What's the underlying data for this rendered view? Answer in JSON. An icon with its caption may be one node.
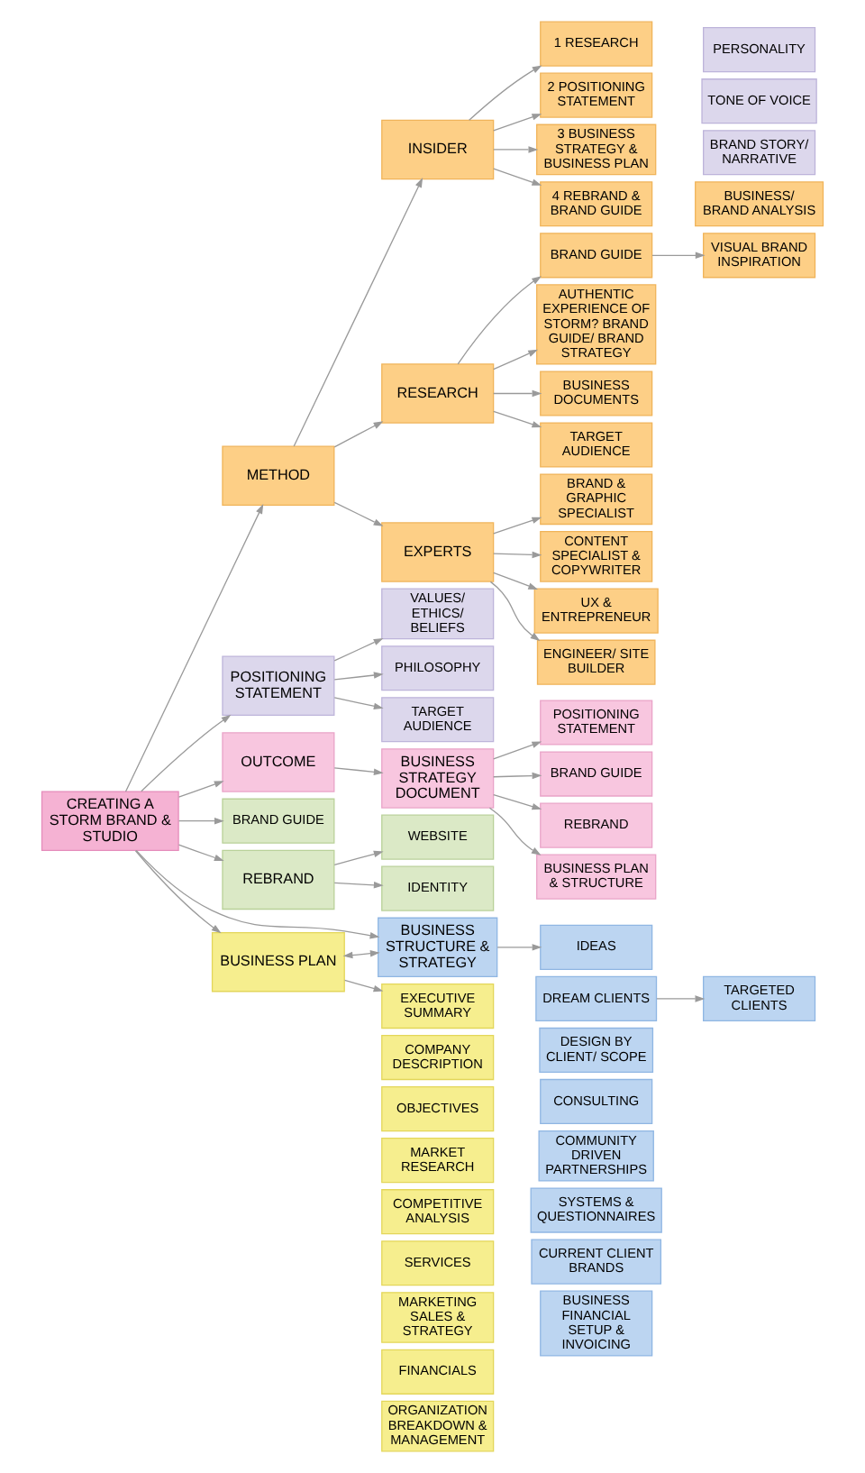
{
  "diagram": {
    "nodes": [
      {
        "text": [
          "CREATING A STORM BRAND & STUDIO"
        ]
      },
      {
        "text": [
          "METHOD"
        ]
      },
      {
        "text": [
          "INSIDER"
        ]
      },
      {
        "text": [
          "1 RESEARCH"
        ]
      },
      {
        "text": [
          "2 POSITIONING STATEMENT"
        ]
      },
      {
        "text": [
          "3 BUSINESS STRATEGY & BUSINESS PLAN"
        ]
      },
      {
        "text": [
          "4 REBRAND & BRAND GUIDE"
        ]
      },
      {
        "text": [
          "RESEARCH"
        ]
      },
      {
        "text": [
          "BRAND GUIDE"
        ]
      },
      {
        "text": [
          "AUTHENTIC EXPERIENCE OF STORM? BRAND GUIDE/ BRAND STRATEGY"
        ]
      },
      {
        "text": [
          "BUSINESS DOCUMENTS"
        ]
      },
      {
        "text": [
          "TARGET AUDIENCE"
        ]
      },
      {
        "text": [
          "VISUAL BRAND INSPIRATION"
        ]
      },
      {
        "text": [
          "BUSINESS/ BRAND ANALYSIS"
        ]
      },
      {
        "text": [
          "EXPERTS"
        ]
      },
      {
        "text": [
          "BRAND & GRAPHIC SPECIALIST"
        ]
      },
      {
        "text": [
          "CONTENT SPECIALIST & COPYWRITER"
        ]
      },
      {
        "text": [
          "UX & ENTREPRENEUR"
        ]
      },
      {
        "text": [
          "ENGINEER/ SITE BUILDER"
        ]
      },
      {
        "text": [
          "POSITIONING STATEMENT"
        ]
      },
      {
        "text": [
          "VALUES/ ETHICS/ BELIEFS"
        ]
      },
      {
        "text": [
          "PHILOSOPHY"
        ]
      },
      {
        "text": [
          "TARGET AUDIENCE"
        ]
      },
      {
        "text": [
          "PERSONALITY"
        ]
      },
      {
        "text": [
          "TONE OF VOICE"
        ]
      },
      {
        "text": [
          "BRAND STORY/ NARRATIVE"
        ]
      },
      {
        "text": [
          "OUTCOME"
        ]
      },
      {
        "text": [
          "BUSINESS STRATEGY DOCUMENT"
        ]
      },
      {
        "text": [
          "POSITIONING STATEMENT"
        ]
      },
      {
        "text": [
          "BRAND GUIDE"
        ]
      },
      {
        "text": [
          "REBRAND"
        ]
      },
      {
        "text": [
          "BUSINESS PLAN & STRUCTURE"
        ]
      },
      {
        "text": [
          "BRAND GUIDE"
        ]
      },
      {
        "text": [
          "REBRAND"
        ]
      },
      {
        "text": [
          "WEBSITE"
        ]
      },
      {
        "text": [
          "IDENTITY"
        ]
      },
      {
        "text": [
          "BUSINESS STRUCTURE & STRATEGY"
        ]
      },
      {
        "text": [
          "IDEAS"
        ]
      },
      {
        "text": [
          "DREAM CLIENTS"
        ]
      },
      {
        "text": [
          "TARGETED CLIENTS"
        ]
      },
      {
        "text": [
          "DESIGN BY CLIENT/ SCOPE"
        ]
      },
      {
        "text": [
          "CONSULTING"
        ]
      },
      {
        "text": [
          "COMMUNITY DRIVEN PARTNERSHIPS"
        ]
      },
      {
        "text": [
          "SYSTEMS & QUESTIONNAIRES"
        ]
      },
      {
        "text": [
          "CURRENT CLIENT BRANDS"
        ]
      },
      {
        "text": [
          "BUSINESS FINANCIAL SETUP & INVOICING"
        ]
      },
      {
        "text": [
          "BUSINESS PLAN"
        ]
      },
      {
        "text": [
          "EXECUTIVE SUMMARY"
        ]
      },
      {
        "text": [
          "COMPANY DESCRIPTION"
        ]
      },
      {
        "text": [
          "OBJECTIVES"
        ]
      },
      {
        "text": [
          "MARKET RESEARCH"
        ]
      },
      {
        "text": [
          "COMPETITIVE ANALYSIS"
        ]
      },
      {
        "text": [
          "SERVICES"
        ]
      },
      {
        "text": [
          "MARKETING SALES & STRATEGY"
        ]
      },
      {
        "text": [
          "FINANCIALS"
        ]
      },
      {
        "text": [
          "ORGANIZATION BREAKDOWN & MANAGEMENT"
        ]
      }
    ],
    "edges": [
      {
        "from": 0,
        "to": 1,
        "arrow": "to"
      },
      {
        "from": 1,
        "to": 2,
        "arrow": "to"
      },
      {
        "from": 1,
        "to": 7,
        "arrow": "to"
      },
      {
        "from": 1,
        "to": 14,
        "arrow": "to"
      },
      {
        "from": 2,
        "to": 3,
        "arrow": "to"
      },
      {
        "from": 2,
        "to": 4,
        "arrow": "to"
      },
      {
        "from": 2,
        "to": 5,
        "arrow": "to"
      },
      {
        "from": 2,
        "to": 6,
        "arrow": "to"
      },
      {
        "from": 7,
        "to": 8,
        "arrow": "to"
      },
      {
        "from": 7,
        "to": 9,
        "arrow": "to"
      },
      {
        "from": 7,
        "to": 10,
        "arrow": "to"
      },
      {
        "from": 7,
        "to": 11,
        "arrow": "to"
      },
      {
        "from": 8,
        "to": 12,
        "arrow": "to"
      },
      {
        "from": 14,
        "to": 15,
        "arrow": "to"
      },
      {
        "from": 14,
        "to": 16,
        "arrow": "to"
      },
      {
        "from": 14,
        "to": 17,
        "arrow": "to"
      },
      {
        "from": 14,
        "to": 18,
        "arrow": "to"
      },
      {
        "from": 0,
        "to": 19,
        "arrow": "to"
      },
      {
        "from": 19,
        "to": 20,
        "arrow": "to"
      },
      {
        "from": 19,
        "to": 21,
        "arrow": "to"
      },
      {
        "from": 19,
        "to": 22,
        "arrow": "to"
      },
      {
        "from": 0,
        "to": 26,
        "arrow": "to"
      },
      {
        "from": 26,
        "to": 27,
        "arrow": "to"
      },
      {
        "from": 27,
        "to": 28,
        "arrow": "to"
      },
      {
        "from": 27,
        "to": 29,
        "arrow": "to"
      },
      {
        "from": 27,
        "to": 30,
        "arrow": "to"
      },
      {
        "from": 27,
        "to": 31,
        "arrow": "to"
      },
      {
        "from": 0,
        "to": 32,
        "arrow": "to"
      },
      {
        "from": 0,
        "to": 33,
        "arrow": "to"
      },
      {
        "from": 33,
        "to": 34,
        "arrow": "to"
      },
      {
        "from": 33,
        "to": 35,
        "arrow": "to"
      },
      {
        "from": 0,
        "to": 36,
        "arrow": "to"
      },
      {
        "from": 46,
        "to": 36,
        "arrow": "both"
      },
      {
        "from": 0,
        "to": 46,
        "arrow": "to"
      },
      {
        "from": 36,
        "to": 37,
        "arrow": "to"
      },
      {
        "from": 38,
        "to": 39,
        "arrow": "to"
      },
      {
        "from": 46,
        "to": 47,
        "arrow": "to"
      }
    ]
  }
}
